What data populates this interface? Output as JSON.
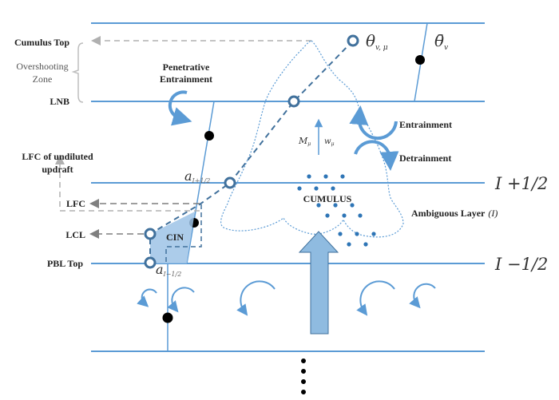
{
  "diagram": {
    "title": "Cumulus convection parameterization schematic",
    "colors": {
      "line": "#5b9bd5",
      "dark_line": "#41719c",
      "cin_fill": "#9dc3e6",
      "updraft_fill": "#8fbbe0",
      "gray_arrow": "#9a9a9a",
      "dark_gray_arrow": "#7f7f7f",
      "dot": "#000000",
      "text": "#222222"
    },
    "left_labels": {
      "cumulus_top": "Cumulus Top",
      "overshooting_zone_line1": "Overshooting",
      "overshooting_zone_line2": "Zone",
      "lnb": "LNB",
      "lfc_undiluted_line1": "LFC of undiluted",
      "lfc_undiluted_line2": "updraft",
      "lfc": "LFC",
      "lcl": "LCL",
      "pbl_top": "PBL Top"
    },
    "center_labels": {
      "penetrative_line1": "Penetrative",
      "penetrative_line2": "Entrainment",
      "mass_flux": "M",
      "mass_flux_sub": "μ",
      "velocity": "w",
      "velocity_sub": "μ",
      "cumulus": "CUMULUS",
      "cin": "CIN",
      "a_upper": "a",
      "a_upper_sub": "I+1/2",
      "a_lower": "a",
      "a_lower_sub": "I−1/2"
    },
    "right_labels": {
      "theta_mu": "θ",
      "theta_mu_sub": "v, μ",
      "theta_bar": "θ̄",
      "theta_bar_sub": "v",
      "entrainment": "Entrainment",
      "detrainment": "Detrainment",
      "ambiguous_layer": "Ambiguous Layer",
      "ambiguous_layer_index": "(I)",
      "level_upper": "I +1/2",
      "level_lower": "I −1/2"
    },
    "continuation": "⋮"
  }
}
